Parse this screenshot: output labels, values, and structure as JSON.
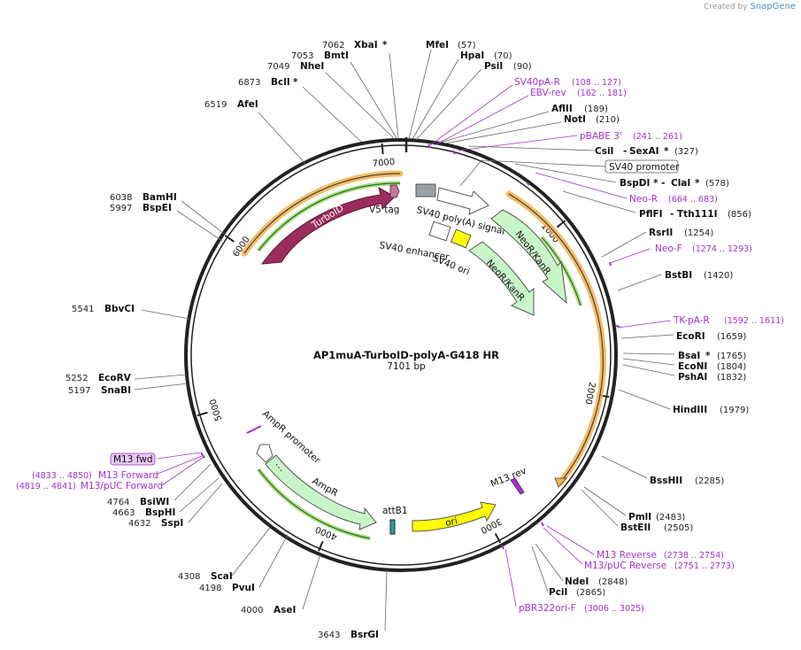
{
  "credit": {
    "prefix": "Created by",
    "brand": "SnapGene"
  },
  "plasmid": {
    "name": "AP1muA-TurboID-polyA-G418 HR",
    "size_label": "7101 bp",
    "length": 7101
  },
  "ticks": [
    {
      "pos": 1000,
      "label": "1000"
    },
    {
      "pos": 2000,
      "label": "2000"
    },
    {
      "pos": 3000,
      "label": "3000"
    },
    {
      "pos": 4000,
      "label": "4000"
    },
    {
      "pos": 5000,
      "label": "5000"
    },
    {
      "pos": 6000,
      "label": "6000"
    },
    {
      "pos": 7000,
      "label": "7000"
    }
  ],
  "enzymes": [
    {
      "name": "XbaI",
      "star": true,
      "pos": "7062"
    },
    {
      "name": "BmtI",
      "star": false,
      "pos": "7053"
    },
    {
      "name": "NheI",
      "star": false,
      "pos": "7049"
    },
    {
      "name": "BclI",
      "star": true,
      "pos": "6873"
    },
    {
      "name": "AfeI",
      "star": false,
      "pos": "6519"
    },
    {
      "name": "BamHI",
      "star": false,
      "pos": "6038"
    },
    {
      "name": "BspEI",
      "star": false,
      "pos": "5997"
    },
    {
      "name": "BbvCI",
      "star": false,
      "pos": "5541"
    },
    {
      "name": "EcoRV",
      "star": false,
      "pos": "5252"
    },
    {
      "name": "SnaBI",
      "star": false,
      "pos": "5197"
    },
    {
      "name": "BsiWI",
      "star": false,
      "pos": "4764"
    },
    {
      "name": "BspHI",
      "star": false,
      "pos": "4663"
    },
    {
      "name": "SspI",
      "star": false,
      "pos": "4632"
    },
    {
      "name": "ScaI",
      "star": false,
      "pos": "4308"
    },
    {
      "name": "PvuI",
      "star": false,
      "pos": "4198"
    },
    {
      "name": "AseI",
      "star": false,
      "pos": "4000"
    },
    {
      "name": "BsrGI",
      "star": false,
      "pos": "3643"
    },
    {
      "name": "MfeI",
      "star": false,
      "pos": "57"
    },
    {
      "name": "HpaI",
      "star": false,
      "pos": "70"
    },
    {
      "name": "PsiI",
      "star": false,
      "pos": "90"
    },
    {
      "name": "AflII",
      "star": false,
      "pos": "189"
    },
    {
      "name": "NotI",
      "star": false,
      "pos": "210"
    },
    {
      "name": "CsiI",
      "star": false,
      "pos": ""
    },
    {
      "name": "SexAI",
      "star": true,
      "pos": "327"
    },
    {
      "name": "BspDI",
      "star": true,
      "pos": ""
    },
    {
      "name": "ClaI",
      "star": true,
      "pos": "578"
    },
    {
      "name": "PflFI",
      "star": false,
      "pos": ""
    },
    {
      "name": "Tth111I",
      "star": false,
      "pos": "856"
    },
    {
      "name": "RsrII",
      "star": false,
      "pos": "1254"
    },
    {
      "name": "BstBI",
      "star": false,
      "pos": "1420"
    },
    {
      "name": "EcoRI",
      "star": false,
      "pos": "1659"
    },
    {
      "name": "BsaI",
      "star": true,
      "pos": "1765"
    },
    {
      "name": "EcoNI",
      "star": false,
      "pos": "1804"
    },
    {
      "name": "PshAI",
      "star": false,
      "pos": "1832"
    },
    {
      "name": "HindIII",
      "star": false,
      "pos": "1979"
    },
    {
      "name": "BssHII",
      "star": false,
      "pos": "2285"
    },
    {
      "name": "PmlI",
      "star": false,
      "pos": "2483"
    },
    {
      "name": "BstEII",
      "star": false,
      "pos": "2505"
    },
    {
      "name": "NdeI",
      "star": false,
      "pos": "2848"
    },
    {
      "name": "PciI",
      "star": false,
      "pos": "2865"
    }
  ],
  "primers": [
    {
      "name": "SV40pA-R",
      "range": "108 .. 127"
    },
    {
      "name": "EBV-rev",
      "range": "162 .. 181"
    },
    {
      "name": "pBABE 3'",
      "range": "241 .. 261"
    },
    {
      "name": "Neo-R",
      "range": "664 .. 683"
    },
    {
      "name": "Neo-F",
      "range": "1274 .. 1293"
    },
    {
      "name": "TK-pA-R",
      "range": "1592 .. 1611"
    },
    {
      "name": "M13 Reverse",
      "range": "2738 .. 2754"
    },
    {
      "name": "M13/pUC Reverse",
      "range": "2751 .. 2773"
    },
    {
      "name": "pBR322ori-F",
      "range": "3006 .. 3025"
    },
    {
      "name": "M13 Forward",
      "range": "4833 .. 4850"
    },
    {
      "name": "M13/pUC Forward",
      "range": "4819 .. 4841"
    }
  ],
  "boxed_features": [
    "SV40 promoter",
    "M13 fwd"
  ],
  "features": [
    "TurboID",
    "V5 tag",
    "SV40 poly(A) signal",
    "NeoR/KanR",
    "NeoR/KanR",
    "SV40 enhancer",
    "SV40 ori",
    "AmpR promoter",
    "AmpR",
    "attB1",
    "ori",
    "M13 rev"
  ],
  "colors": {
    "backbone": "#222222",
    "orf": "#f0a030",
    "orf_line": "#333333",
    "primer": "#a033cc",
    "turboid": "#9b2d5c",
    "neo": "#c8f5c8",
    "ori": "#ffff00",
    "v5": "#c07a9a",
    "grey_box": "#9aa0a8",
    "yellow_box": "#ffff00"
  }
}
